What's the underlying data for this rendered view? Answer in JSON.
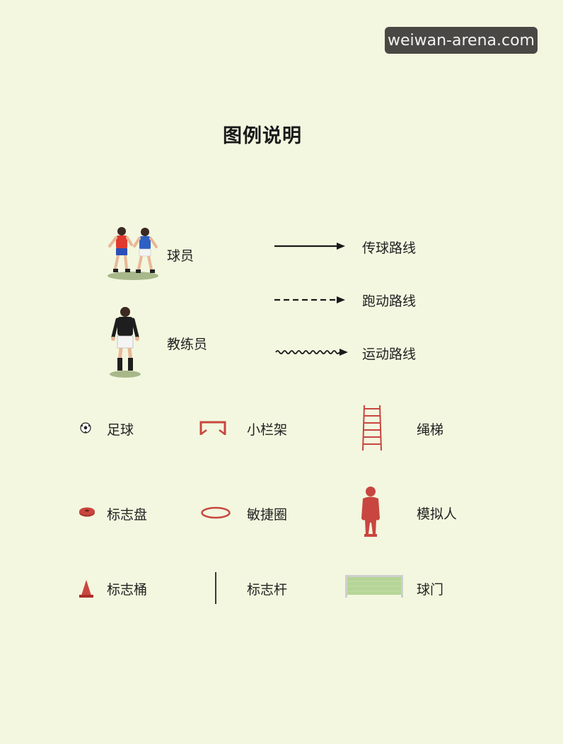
{
  "watermark": "weiwan-arena.com",
  "title": "图例说明",
  "legend": {
    "player": "球员",
    "coach": "教练员",
    "pass_route": "传球路线",
    "run_route": "跑动路线",
    "dribble_route": "运动路线",
    "ball": "足球",
    "mini_hurdle": "小栏架",
    "rope_ladder": "绳梯",
    "marker_disc": "标志盘",
    "agility_ring": "敏捷圈",
    "dummy": "模拟人",
    "cone": "标志桶",
    "pole": "标志杆",
    "goal": "球门"
  },
  "colors": {
    "background": "#f3f7df",
    "equipment_red": "#c8463f",
    "player_red": "#e0392e",
    "player_blue": "#2d5fc4",
    "coach_black": "#1e1e1e",
    "goal_green": "#a9cf8a"
  }
}
